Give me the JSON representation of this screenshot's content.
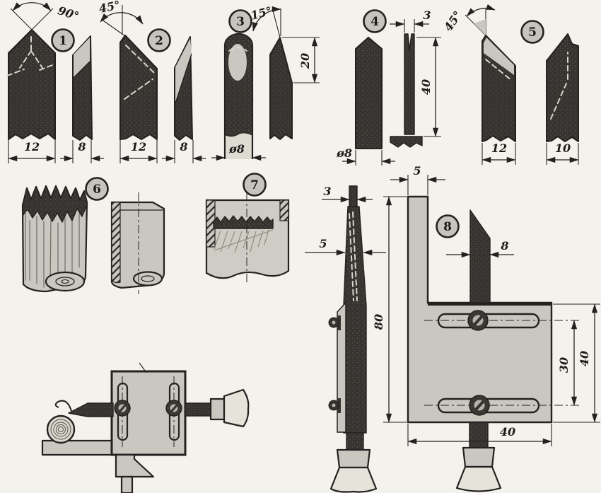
{
  "tools": [
    {
      "number": "1",
      "angle": "90°",
      "front_width": "12",
      "side_width": "8"
    },
    {
      "number": "2",
      "angle": "45°",
      "front_width": "12",
      "side_width": "8"
    },
    {
      "number": "3",
      "angle": "15°",
      "diameter": "ø8",
      "bevel_height": "20"
    },
    {
      "number": "4",
      "diameter": "ø8",
      "tip_slot_width": "3",
      "blade_length": "40"
    },
    {
      "number": "5",
      "angle": "45°",
      "front_width": "12",
      "side_width": "10"
    },
    {
      "number": "6"
    },
    {
      "number": "7"
    },
    {
      "number": "8",
      "tip_width": "3",
      "blade_thickness": "5",
      "post_width": "5",
      "overall_height": "80",
      "cutter_width": "8",
      "screw_spacing": "30",
      "plate_height": "40",
      "plate_width": "40"
    }
  ],
  "colors": {
    "ink": "#232220",
    "metal_dark": "#35332f",
    "fill_gray": "#c9c7c0",
    "paper": "#f4f2ec"
  }
}
